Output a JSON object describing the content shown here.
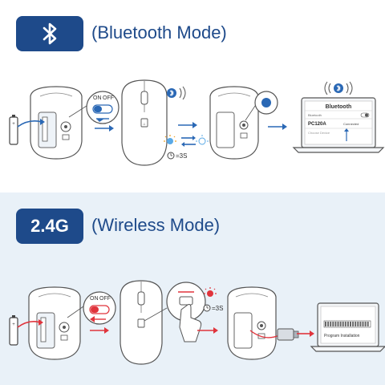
{
  "bluetooth": {
    "badge_icon": "bluetooth-icon",
    "title": "(Bluetooth Mode)",
    "switch_on": "ON",
    "switch_off": "OFF",
    "hold_time": "=3S",
    "screen": {
      "header": "Bluetooth",
      "row1_label": "Bluetooth",
      "device_name": "PC120A",
      "device_status": "Connected",
      "row3_label": "Choose Device"
    }
  },
  "wireless": {
    "badge_text": "2.4G",
    "title": "(Wireless Mode)",
    "switch_on": "ON",
    "switch_off": "OFF",
    "hold_time": "=3S",
    "screen": {
      "progress_label": "Program Installation"
    }
  },
  "colors": {
    "brand_blue": "#1e4a8a",
    "arrow_blue": "#2a68b5",
    "arrow_red": "#e0343c",
    "led_blue": "#5aa9e6",
    "led_red": "#e0343c",
    "bottom_bg": "#e9f1f8"
  }
}
